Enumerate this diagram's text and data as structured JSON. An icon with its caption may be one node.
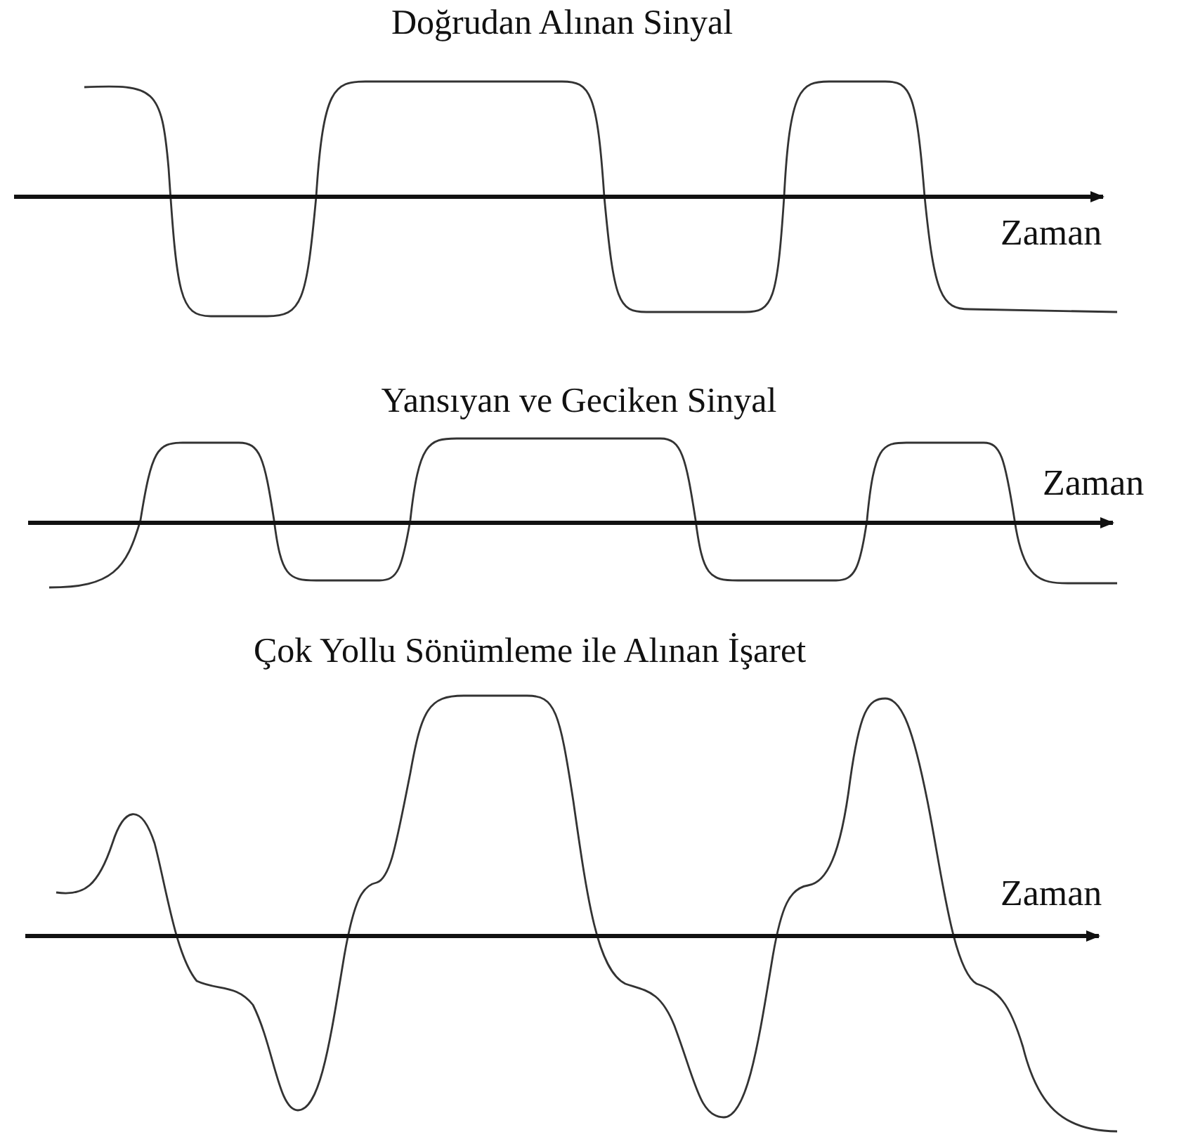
{
  "diagram": {
    "labels": [
      "Doğrudan Alınan Sinyal",
      "Zaman",
      "Yansıyan ve Geciken Sinyal",
      "Zaman",
      "Çok Yollu Sönümleme ile Alınan İşaret",
      "Zaman"
    ]
  }
}
